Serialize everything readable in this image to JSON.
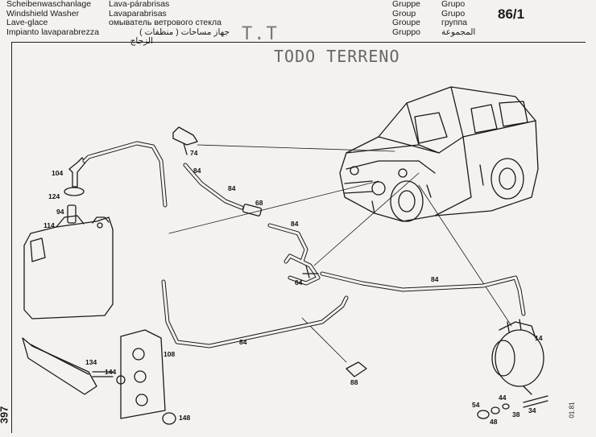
{
  "header": {
    "col1": [
      "Scheibenwaschanlage",
      "Windshield Washer",
      "Lave-glace",
      "Impianto lavaparabrezza"
    ],
    "col2": [
      "Lava-párabrisas",
      "Lavaparabrisas",
      "омыватель ветрового стекла",
      "جهاز مساحات ( منظفات )",
      "الزجاج"
    ],
    "col3": [
      "Gruppe",
      "Group",
      "Groupe",
      "Gruppo"
    ],
    "col4": [
      "Grupo",
      "Grupo",
      "группа",
      "المجموعة"
    ],
    "group_number": "86/1"
  },
  "stamps": {
    "tt": "T.T",
    "terrain": "TODO TERRENO"
  },
  "page_number": "397",
  "date_code": "01.81",
  "part_labels": {
    "p104": "104",
    "p124": "124",
    "p94": "94",
    "p114": "114",
    "p74": "74",
    "p84a": "84",
    "p84b": "84",
    "p84c": "84",
    "p84d": "84",
    "p84e": "84",
    "p68": "68",
    "p64": "64",
    "p14": "14",
    "p108": "108",
    "p134": "134",
    "p144": "144",
    "p148": "148",
    "p88": "88",
    "p54": "54",
    "p44": "44",
    "p48": "48",
    "p38": "38",
    "p34": "34"
  }
}
